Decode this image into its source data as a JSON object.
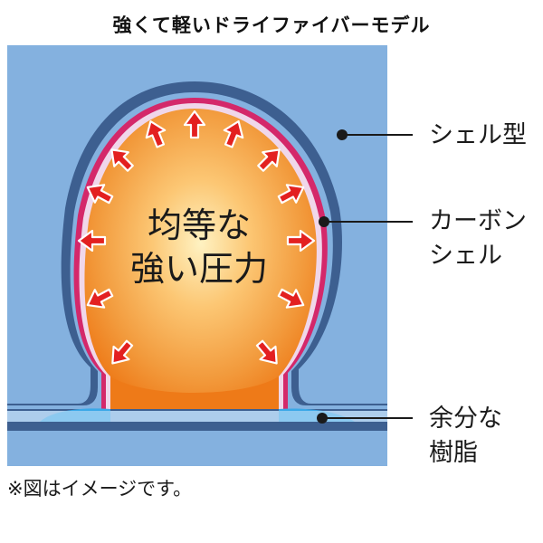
{
  "title": "強くて軽いドライファイバーモデル",
  "center_text": {
    "line1": "均等な",
    "line2": "強い圧力"
  },
  "labels": {
    "shell_mold": "シェル型",
    "carbon_shell_line1": "カーボン",
    "carbon_shell_line2": "シェル",
    "excess_resin_line1": "余分な",
    "excess_resin_line2": "樹脂"
  },
  "note": "※図はイメージです。",
  "colors": {
    "mold_background": "#84b1df",
    "mold_wall": "#3d5f90",
    "carbon_shell": "#d4286a",
    "pressure_core": "#ee7a18",
    "pressure_highlight": "#fde7a3",
    "arrow": "#e32020",
    "excess_resin": "#3aa8e8",
    "leader_line": "#1a1a1a"
  },
  "icons": {
    "pressure_arrows": "red-outward-arrow-icon",
    "leader_dots": "leader-dot-icon"
  }
}
